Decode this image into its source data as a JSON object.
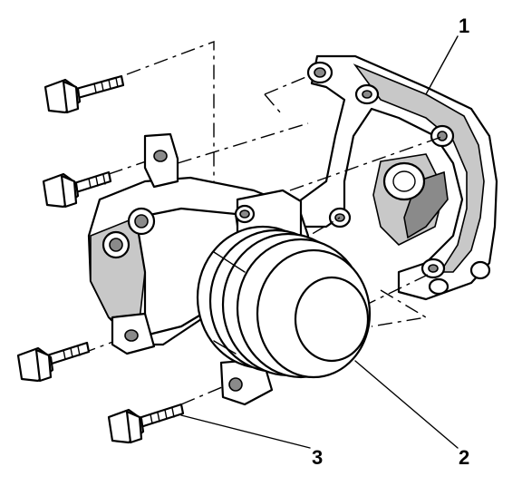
{
  "callouts": [
    {
      "id": "1",
      "label": "1",
      "target": "compressor-mounting-bracket"
    },
    {
      "id": "2",
      "label": "2",
      "target": "ac-compressor"
    },
    {
      "id": "3",
      "label": "3",
      "target": "compressor-bolt"
    }
  ],
  "colors": {
    "line": "#000000",
    "shade": "#c8c8c8",
    "dark": "#8a8a8a",
    "background": "#ffffff"
  }
}
